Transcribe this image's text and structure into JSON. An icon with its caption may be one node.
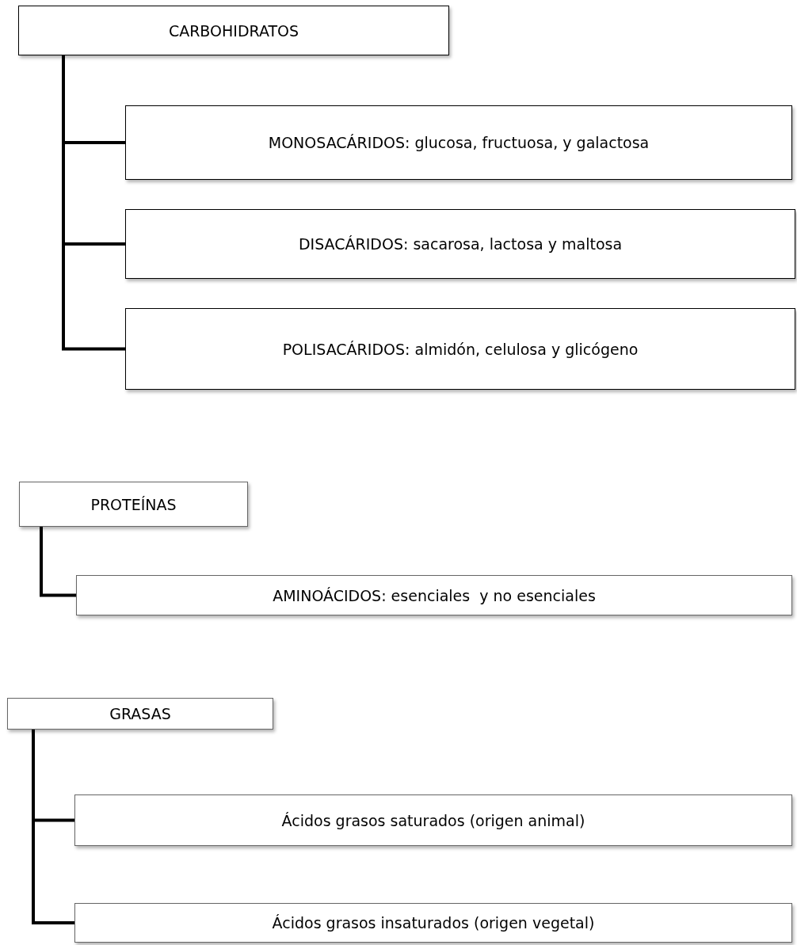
{
  "diagram": {
    "nodes": [
      {
        "text": [
          "CARBOHIDRATOS"
        ]
      },
      {
        "text": [
          "MONOSACÁRIDOS: glucosa, fructuosa, y galactosa"
        ]
      },
      {
        "text": [
          "DISACÁRIDOS: sacarosa, lactosa y maltosa"
        ]
      },
      {
        "text": [
          "POLISACÁRIDOS: almidón, celulosa y glicógeno"
        ]
      },
      {
        "text": [
          "PROTEÍNAS"
        ]
      },
      {
        "text": [
          "AMINOÁCIDOS: esenciales  y no esenciales"
        ]
      },
      {
        "text": [
          "GRASAS"
        ]
      },
      {
        "text": [
          "Ácidos grasos saturados (origen animal)"
        ]
      },
      {
        "text": [
          "Ácidos grasos insaturados (origen vegetal)"
        ]
      }
    ],
    "edges": [
      {
        "from": 0,
        "to": 1,
        "arrow": "none"
      },
      {
        "from": 0,
        "to": 2,
        "arrow": "none"
      },
      {
        "from": 0,
        "to": 3,
        "arrow": "none"
      },
      {
        "from": 4,
        "to": 5,
        "arrow": "none"
      },
      {
        "from": 6,
        "to": 7,
        "arrow": "none"
      },
      {
        "from": 6,
        "to": 8,
        "arrow": "none"
      }
    ]
  }
}
